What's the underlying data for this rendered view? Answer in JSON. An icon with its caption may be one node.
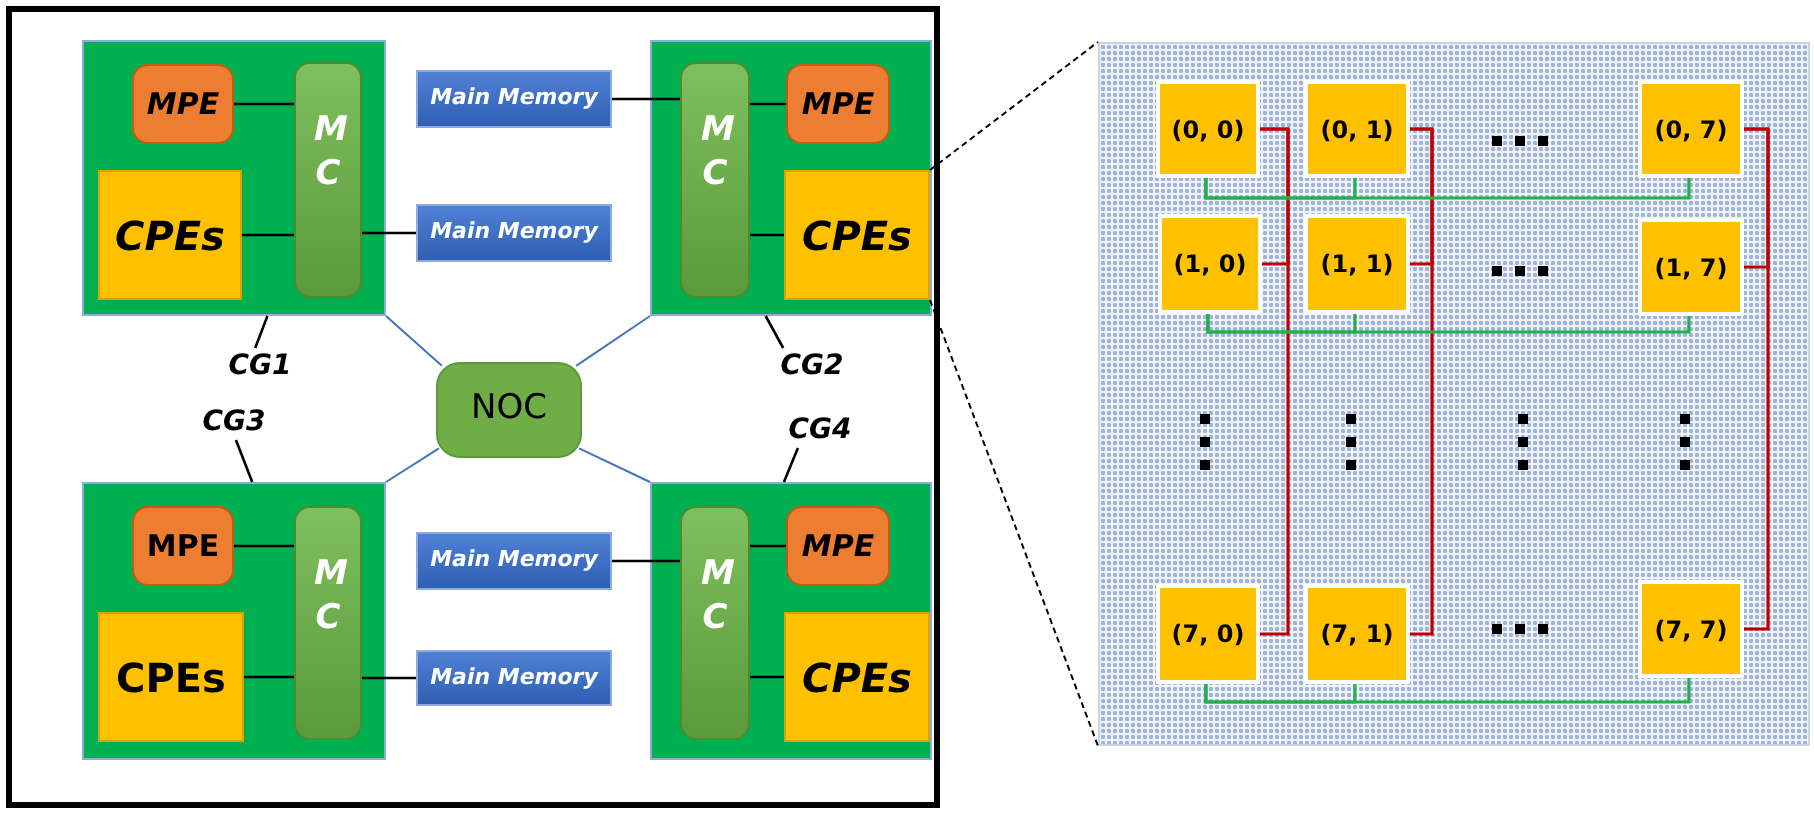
{
  "diagram": {
    "nodes": [
      {
        "text": [],
        "shape": "box"
      },
      {
        "text": [
          "MPE"
        ],
        "in": 0
      },
      {
        "text": [
          "M C"
        ],
        "in": 0
      },
      {
        "text": [
          "CPEs"
        ],
        "in": 0
      },
      {
        "text": [],
        "shape": "box"
      },
      {
        "text": [
          "M C"
        ],
        "in": 4
      },
      {
        "text": [
          "MPE"
        ],
        "in": 4
      },
      {
        "text": [
          "CPEs"
        ],
        "in": 4
      },
      {
        "text": [],
        "shape": "box"
      },
      {
        "text": [
          "MPE"
        ],
        "in": 8
      },
      {
        "text": [
          "M C"
        ],
        "in": 8
      },
      {
        "text": [
          "CPEs"
        ],
        "in": 8
      },
      {
        "text": [],
        "shape": "box"
      },
      {
        "text": [
          "M C"
        ],
        "in": 12
      },
      {
        "text": [
          "MPE"
        ],
        "in": 12
      },
      {
        "text": [
          "CPEs"
        ],
        "in": 12
      },
      {
        "text": [
          "Main Memory"
        ]
      },
      {
        "text": [
          "Main Memory"
        ]
      },
      {
        "text": [
          "Main Memory"
        ]
      },
      {
        "text": [
          "Main Memory"
        ]
      },
      {
        "text": [
          "NOC"
        ]
      },
      {
        "text": [
          "CG1"
        ]
      },
      {
        "text": [
          "CG2"
        ]
      },
      {
        "text": [
          "CG3"
        ]
      },
      {
        "text": [
          "CG4"
        ]
      },
      {
        "text": [],
        "shape": "box"
      },
      {
        "text": [
          "(0, 0)"
        ],
        "in": 25
      },
      {
        "text": [
          "(0, 1)"
        ],
        "in": 25
      },
      {
        "text": [
          "(0, 7)"
        ],
        "in": 25
      },
      {
        "text": [
          "(1, 0)"
        ],
        "in": 25
      },
      {
        "text": [
          "(1, 1)"
        ],
        "in": 25
      },
      {
        "text": [
          "(1, 7)"
        ],
        "in": 25
      },
      {
        "text": [
          "(7, 0)"
        ],
        "in": 25
      },
      {
        "text": [
          "(7, 1)"
        ],
        "in": 25
      },
      {
        "text": [
          "(7, 7)"
        ],
        "in": 25
      }
    ],
    "edges": [
      {
        "from": 1,
        "to": 2,
        "arrow": "none"
      },
      {
        "from": 3,
        "to": 2,
        "arrow": "none"
      },
      {
        "from": 6,
        "to": 5,
        "arrow": "none"
      },
      {
        "from": 7,
        "to": 5,
        "arrow": "none"
      },
      {
        "from": 9,
        "to": 10,
        "arrow": "none"
      },
      {
        "from": 11,
        "to": 10,
        "arrow": "none"
      },
      {
        "from": 14,
        "to": 13,
        "arrow": "none"
      },
      {
        "from": 15,
        "to": 13,
        "arrow": "none"
      },
      {
        "from": 16,
        "to": 5,
        "arrow": "none"
      },
      {
        "from": 17,
        "to": 2,
        "arrow": "none"
      },
      {
        "from": 18,
        "to": 13,
        "arrow": "none"
      },
      {
        "from": 19,
        "to": 10,
        "arrow": "none"
      },
      {
        "from": 0,
        "to": 20,
        "arrow": "none",
        "color": "#4472c4"
      },
      {
        "from": 4,
        "to": 20,
        "arrow": "none",
        "color": "#4472c4"
      },
      {
        "from": 8,
        "to": 20,
        "arrow": "none",
        "color": "#4472c4"
      },
      {
        "from": 12,
        "to": 20,
        "arrow": "none",
        "color": "#4472c4"
      },
      {
        "from": 21,
        "to": 0,
        "arrow": "none"
      },
      {
        "from": 22,
        "to": 4,
        "arrow": "none"
      },
      {
        "from": 23,
        "to": 8,
        "arrow": "none"
      },
      {
        "from": 24,
        "to": 12,
        "arrow": "none"
      },
      {
        "from": 7,
        "to": 25,
        "arrow": "none",
        "style": "dashed"
      },
      {
        "from": 7,
        "to": 25,
        "arrow": "none",
        "style": "dashed"
      },
      {
        "from": 26,
        "to": 29,
        "arrow": "none",
        "color": "#c00000"
      },
      {
        "from": 26,
        "to": 32,
        "arrow": "none",
        "color": "#c00000"
      },
      {
        "from": 27,
        "to": 30,
        "arrow": "none",
        "color": "#c00000"
      },
      {
        "from": 27,
        "to": 33,
        "arrow": "none",
        "color": "#c00000"
      },
      {
        "from": 28,
        "to": 31,
        "arrow": "none",
        "color": "#c00000"
      },
      {
        "from": 28,
        "to": 34,
        "arrow": "none",
        "color": "#c00000"
      },
      {
        "from": 26,
        "to": 27,
        "arrow": "none",
        "color": "#22b14c"
      },
      {
        "from": 26,
        "to": 28,
        "arrow": "none",
        "color": "#22b14c"
      },
      {
        "from": 29,
        "to": 30,
        "arrow": "none",
        "color": "#22b14c"
      },
      {
        "from": 29,
        "to": 31,
        "arrow": "none",
        "color": "#22b14c"
      },
      {
        "from": 32,
        "to": 33,
        "arrow": "none",
        "color": "#22b14c"
      },
      {
        "from": 32,
        "to": 34,
        "arrow": "none",
        "color": "#22b14c"
      }
    ]
  }
}
